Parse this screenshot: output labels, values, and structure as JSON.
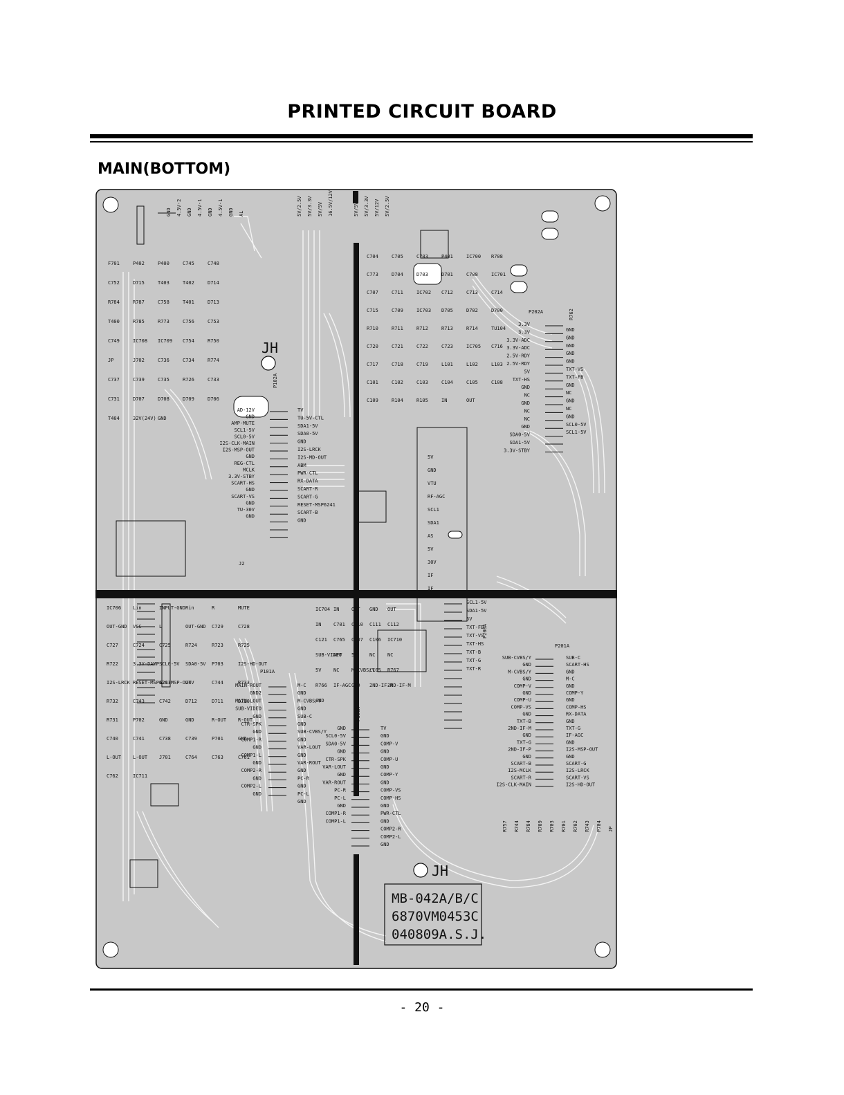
{
  "page": {
    "title": "PRINTED CIRCUIT BOARD",
    "section": "MAIN(BOTTOM)",
    "page_number": "- 20 -"
  },
  "board": {
    "marker_jh_top": "JH",
    "marker_jh_bottom": "JH",
    "model_lines": [
      "MB-042A/B/C",
      "6870VM0453C",
      "040809A.S.J."
    ],
    "colors": {
      "board": "#c8c8c8",
      "trace": "#f4f4f4",
      "ink": "#111111"
    },
    "labels_top_left": [
      "F701",
      "P402",
      "P400",
      "C745",
      "C748",
      "C752",
      "D715",
      "T403",
      "T402",
      "D714",
      "R784",
      "R787",
      "C758",
      "T401",
      "D713",
      "T400",
      "R785",
      "R773",
      "C756",
      "C753",
      "C749",
      "IC708",
      "IC709",
      "C754",
      "R750",
      "JP",
      "J702",
      "C736",
      "C734",
      "R774",
      "C737",
      "C739",
      "C735",
      "R726",
      "C733",
      "C731",
      "D707",
      "D708",
      "D709",
      "D706",
      "T404",
      "32V(24V)",
      "GND"
    ],
    "labels_connector_top": [
      "GND",
      "4.5V-2",
      "GND",
      "4.5V-1",
      "GND",
      "4.5V-1",
      "GND",
      "AL",
      "5V/2.5V",
      "5V/3.3V",
      "5V/5V",
      "16.5V/12V",
      "5V/5V",
      "5V/3.3V",
      "5V/12V",
      "5V/2.5V"
    ],
    "labels_p102a": [
      "P102A",
      "AD-12V",
      "GND",
      "AMP-MUTE",
      "SCL1-5V",
      "SCL0-5V",
      "I2S-CLK-MAIN",
      "I2S-MSP-OUT",
      "GND",
      "REG-CTL",
      "MCLK",
      "3.3V-STBY",
      "SCART-HS",
      "GND",
      "SCART-VS",
      "GND",
      "TU-30V",
      "GND",
      "TV",
      "TU-5V-CTL",
      "SDA1-5V",
      "SDA0-5V",
      "GND",
      "I2S-LRCK",
      "I2S-MD-OUT",
      "ABM",
      "PWR-CTL",
      "RX-DATA",
      "SCART-R",
      "SCART-G",
      "RESET-MSP6241",
      "SCART-B",
      "GND",
      "J2"
    ],
    "labels_top_right": [
      "C704",
      "C705",
      "C703",
      "P401",
      "IC700",
      "R708",
      "C773",
      "D704",
      "D703",
      "D701",
      "C708",
      "IC701",
      "C707",
      "C711",
      "IC702",
      "C712",
      "C713",
      "C714",
      "C715",
      "C709",
      "IC703",
      "D705",
      "D702",
      "D700",
      "R710",
      "R711",
      "R712",
      "R713",
      "R714",
      "TU104",
      "C720",
      "C721",
      "C722",
      "C723",
      "IC705",
      "C716",
      "C717",
      "C718",
      "C719",
      "L101",
      "L102",
      "L103",
      "C101",
      "C102",
      "C103",
      "C104",
      "C105",
      "C108",
      "C109",
      "R104",
      "R105",
      "IN",
      "OUT"
    ],
    "labels_p202a": [
      "P202A",
      "R762",
      "3.3V",
      "3.3V",
      "3.3V-ADC",
      "3.3V-ADC",
      "2.5V-RDY",
      "2.5V-RDY",
      "5V",
      "TXT-HS",
      "GND",
      "NC",
      "GND",
      "NC",
      "NC",
      "GND",
      "SDA0-5V",
      "SDA1-5V",
      "3.3V-STBY",
      "GND",
      "GND",
      "GND",
      "GND",
      "GND",
      "TXT-VS",
      "TXT-FB",
      "GND",
      "NC",
      "GND",
      "NC",
      "GND",
      "SCL0-5V",
      "SCL1-5V"
    ],
    "labels_tuner": [
      "5V",
      "GND",
      "VTU",
      "RF-AGC",
      "SCL1",
      "SDA1",
      "AS",
      "5V",
      "30V",
      "IF",
      "IF"
    ],
    "labels_bottom_left": [
      "IC706",
      "Lin",
      "INPUT-GND",
      "Rin",
      "R",
      "MUTE",
      "OUT-GND",
      "VCC",
      "L",
      "OUT-GND",
      "C729",
      "C728",
      "C727",
      "C724",
      "C725",
      "R724",
      "R723",
      "R725",
      "R722",
      "3.3V-DAMP",
      "SCL0-5V",
      "SDA0-5V",
      "P703",
      "I2S-HD-OUT",
      "I2S-LRCK",
      "RESET-MSP6241",
      "I2S-MSP-OUT",
      "24V",
      "C744",
      "R733",
      "R732",
      "C743",
      "C742",
      "D712",
      "D711",
      "D710",
      "R731",
      "P702",
      "GND",
      "GND",
      "R-OUT",
      "R-OUT",
      "C740",
      "C741",
      "C738",
      "C739",
      "P701",
      "GND",
      "L-OUT",
      "L-OUT",
      "J701",
      "C764",
      "C763",
      "C761",
      "C762",
      "IC711"
    ],
    "labels_p101a": [
      "P101A",
      "MAIN-ROUT",
      "GND2",
      "MAIN-LOUT",
      "SUB-VIDEO",
      "GND",
      "CTR-SPK",
      "GND",
      "COMP1-R",
      "GND",
      "COMP1-L",
      "GND",
      "COMP2-R",
      "GND",
      "COMP2-L",
      "GND",
      "M-C",
      "GND",
      "M-CVBS/Y",
      "GND",
      "SUB-C",
      "GND",
      "SUB-CVBS/Y",
      "GND",
      "VAR-LOUT",
      "GND",
      "VAR-ROUT",
      "GND",
      "PC-R",
      "GND",
      "PC-L",
      "GND"
    ],
    "labels_p100a": [
      "P100A",
      "GND",
      "SCL0-5V",
      "SDA0-5V",
      "GND",
      "CTR-SPK",
      "VAR-LOUT",
      "GND",
      "VAR-ROUT",
      "PC-R",
      "PC-L",
      "GND",
      "COMP1-R",
      "COMP1-L",
      "TV",
      "GND",
      "COMP-V",
      "GND",
      "COMP-U",
      "GND",
      "COMP-Y",
      "GND",
      "COMP-VS",
      "COMP-HS",
      "GND",
      "PWR-CTL",
      "GND",
      "COMP2-R",
      "COMP2-L",
      "GND"
    ],
    "labels_bottom_center": [
      "IC704",
      "IN",
      "OUT",
      "GND",
      "OUT",
      "IN",
      "C701",
      "C110",
      "C111",
      "C112",
      "C121",
      "C765",
      "C107",
      "C106",
      "IC710",
      "SUB-VIDEO",
      "AFT",
      "5V",
      "NC",
      "NC",
      "5V",
      "NC",
      "M-CVBS/Y",
      "L105",
      "R767",
      "R766",
      "IF-AGC",
      "GND",
      "2ND-IF-P",
      "2ND-IF-M",
      "GND"
    ],
    "labels_p200a": [
      "P200A",
      "SCL1-5V",
      "SDA1-5V",
      "5V",
      "TXT-FB",
      "TXT-VS",
      "TXT-HS",
      "TXT-B",
      "TXT-G",
      "TXT-R"
    ],
    "labels_p201a": [
      "P201A",
      "SUB-CVBS/Y",
      "GND",
      "M-CVBS/Y",
      "GND",
      "COMP-V",
      "GND",
      "COMP-U",
      "COMP-VS",
      "GND",
      "TXT-B",
      "2ND-IF-M",
      "GND",
      "TXT-G",
      "2ND-IF-P",
      "GND",
      "SCART-B",
      "I2S-MCLK",
      "SCART-R",
      "I2S-CLK-MAIN",
      "SUB-C",
      "SCART-HS",
      "GND",
      "M-C",
      "GND",
      "COMP-Y",
      "GND",
      "COMP-HS",
      "RX-DATA",
      "GND",
      "TXT-G",
      "IF-AGC",
      "GND",
      "I2S-MSP-OUT",
      "GND",
      "SCART-G",
      "I2S-LRCK",
      "SCART-VS",
      "I2S-HD-OUT",
      "R757",
      "R744",
      "R784",
      "R709",
      "R703",
      "R701",
      "R702",
      "R743",
      "P704",
      "JP"
    ]
  }
}
